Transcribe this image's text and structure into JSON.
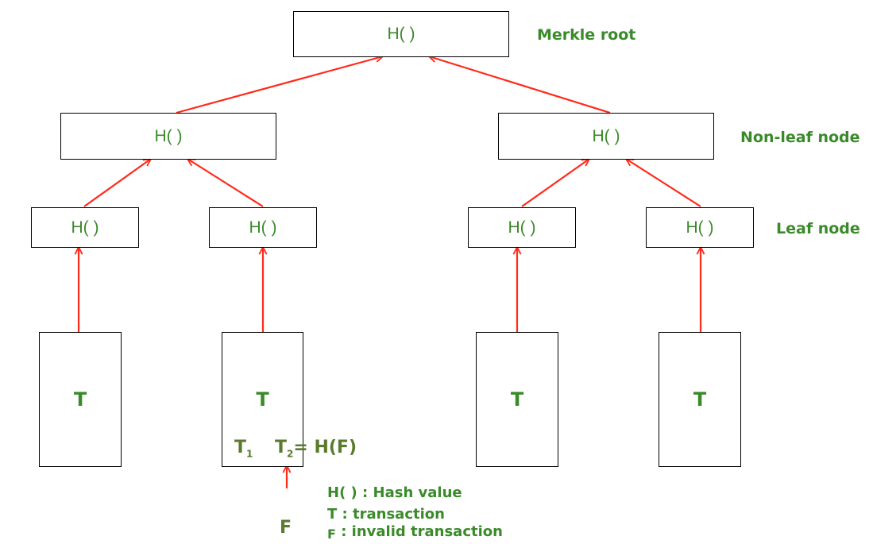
{
  "hash_label": "H( )",
  "labels": {
    "root": "Merkle root",
    "non_leaf": "Non-leaf node",
    "leaf": "Leaf node"
  },
  "transaction_label": "T",
  "subparts": {
    "t1_base": "T",
    "t1_sub": "1",
    "t2_base": "T",
    "t2_sub": "2",
    "t2_rest": "= H(F)",
    "f": "F"
  },
  "legend": {
    "hash": "H( ) : Hash value",
    "transaction": "T : transaction",
    "invalid_prefix": "F",
    "invalid": " : invalid transaction"
  },
  "colors": {
    "arrow": "#ff2a1a",
    "text": "#3a8a2a",
    "olive": "#5a7a2e"
  }
}
